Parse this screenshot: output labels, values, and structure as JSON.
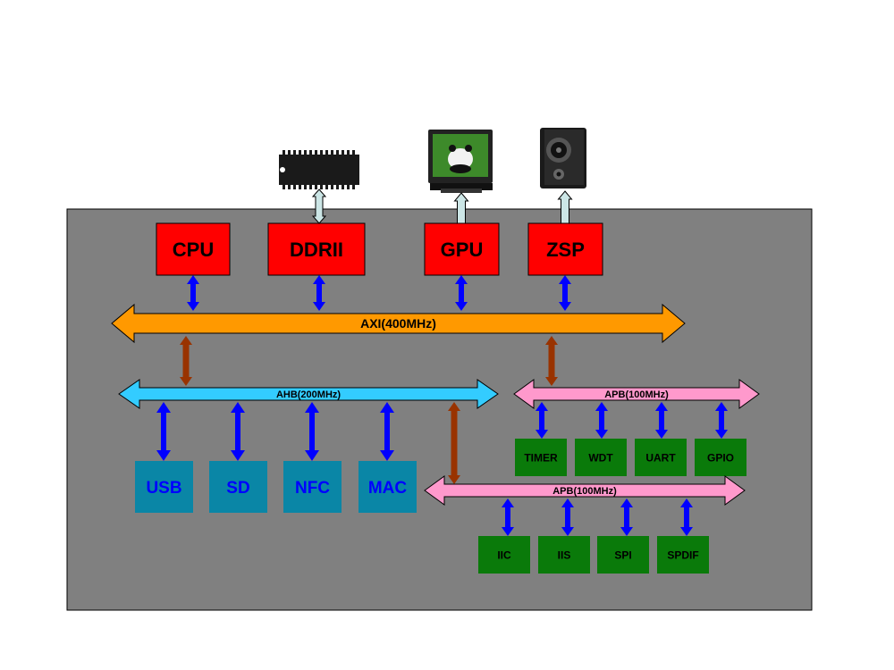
{
  "colors": {
    "panel": "#808080",
    "red_block": "#ff0000",
    "teal_block": "#0a86a6",
    "green_block": "#0a7a0a",
    "axi_bus": "#ff9900",
    "ahb_bus": "#33ccff",
    "apb_bus": "#ff99cc",
    "blue_arrow": "#0000ff",
    "brown_arrow": "#993300",
    "ext_arrow": "#cce6e6"
  },
  "external_devices": [
    {
      "name": "memory-chip",
      "icon": "dram-chip-icon"
    },
    {
      "name": "monitor",
      "icon": "monitor-icon"
    },
    {
      "name": "speaker",
      "icon": "speaker-icon"
    }
  ],
  "top_blocks": [
    "CPU",
    "DDRII",
    "GPU",
    "ZSP"
  ],
  "buses": {
    "axi": "AXI(400MHz)",
    "ahb": "AHB(200MHz)",
    "apb1": "APB(100MHz)",
    "apb2": "APB(100MHz)"
  },
  "ahb_blocks": [
    "USB",
    "SD",
    "NFC",
    "MAC"
  ],
  "apb1_blocks": [
    "TIMER",
    "WDT",
    "UART",
    "GPIO"
  ],
  "apb2_blocks": [
    "IIC",
    "IIS",
    "SPI",
    "SPDIF"
  ]
}
